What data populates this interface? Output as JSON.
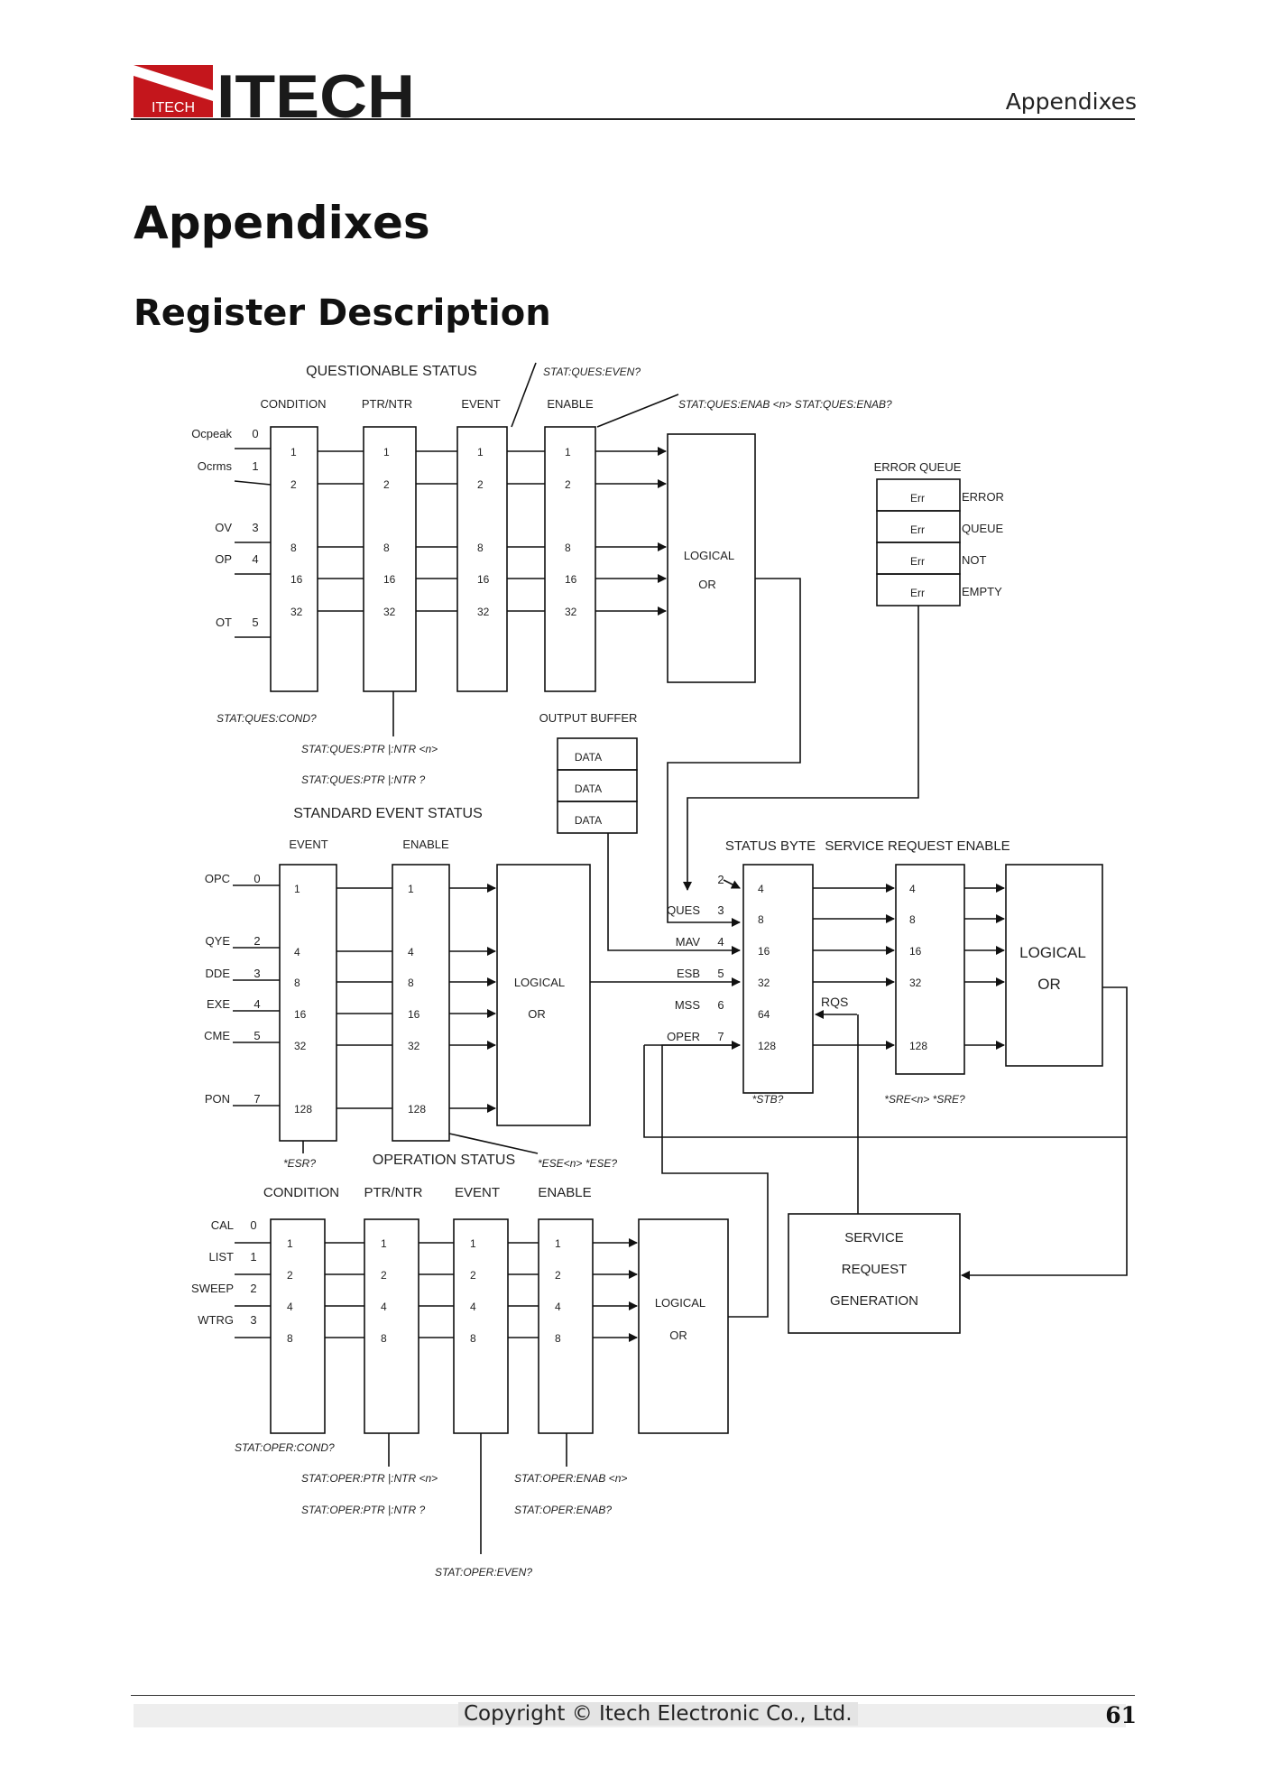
{
  "header": {
    "brand": "ITECH",
    "brand_small": "ITECH",
    "section": "Appendixes",
    "brand_color": "#c4161c"
  },
  "title": "Appendixes",
  "subtitle": "Register Description",
  "diagram": {
    "ques_title": "QUESTIONABLE STATUS",
    "col_condition": "CONDITION",
    "col_ptrntr": "PTR/NTR",
    "col_event": "EVENT",
    "col_enable": "ENABLE",
    "q_bit_labels": [
      {
        "name": "Ocpeak",
        "num": "0"
      },
      {
        "name": "Ocrms",
        "num": "1"
      },
      {
        "name": "OV",
        "num": "3"
      },
      {
        "name": "OP",
        "num": "4"
      },
      {
        "name": "OT",
        "num": "5"
      }
    ],
    "q_values": [
      "1",
      "2",
      "8",
      "16",
      "32"
    ],
    "ques_even": "STAT:QUES:EVEN?",
    "ques_enab": "STAT:QUES:ENAB <n>   STAT:QUES:ENAB?",
    "ques_cond": "STAT:QUES:COND?",
    "ques_ptr_set": "STAT:QUES:PTR |:NTR <n>",
    "ques_ptr_query": "STAT:QUES:PTR |:NTR ?",
    "logical": "LOGICAL",
    "or": "OR",
    "error_queue": "ERROR QUEUE",
    "err": "Err",
    "eq_side": [
      "ERROR",
      "QUEUE",
      "NOT",
      "EMPTY"
    ],
    "output_buffer": "OUTPUT BUFFER",
    "data": "DATA",
    "std_event": "STANDARD EVENT STATUS",
    "s_bit_labels": [
      {
        "name": "OPC",
        "num": "0"
      },
      {
        "name": "QYE",
        "num": "2"
      },
      {
        "name": "DDE",
        "num": "3"
      },
      {
        "name": "EXE",
        "num": "4"
      },
      {
        "name": "CME",
        "num": "5"
      },
      {
        "name": "PON",
        "num": "7"
      }
    ],
    "s_values": [
      "1",
      "4",
      "8",
      "16",
      "32",
      "128"
    ],
    "esr": "*ESR?",
    "ese": "*ESE<n>   *ESE?",
    "status_byte": "STATUS BYTE",
    "sre_title": "SERVICE REQUEST ENABLE",
    "sb_bit_labels": [
      {
        "name": "",
        "num": "2"
      },
      {
        "name": "QUES",
        "num": "3"
      },
      {
        "name": "MAV",
        "num": "4"
      },
      {
        "name": "ESB",
        "num": "5"
      },
      {
        "name": "MSS",
        "num": "6"
      },
      {
        "name": "OPER",
        "num": "7"
      }
    ],
    "sb_values": [
      "4",
      "8",
      "16",
      "32",
      "64",
      "128"
    ],
    "sre_values": [
      "4",
      "8",
      "16",
      "32",
      "128"
    ],
    "rqs": "RQS",
    "stb": "*STB?",
    "sre_cmds": "*SRE<n>   *SRE?",
    "oper_title": "OPERATION STATUS",
    "o_bit_labels": [
      {
        "name": "CAL",
        "num": "0"
      },
      {
        "name": "LIST",
        "num": "1"
      },
      {
        "name": "SWEEP",
        "num": "2"
      },
      {
        "name": "WTRG",
        "num": "3"
      }
    ],
    "o_values": [
      "1",
      "2",
      "4",
      "8"
    ],
    "oper_cond": "STAT:OPER:COND?",
    "oper_ptr_set": "STAT:OPER:PTR |:NTR <n>",
    "oper_ptr_query": "STAT:OPER:PTR |:NTR ?",
    "oper_enab_set": "STAT:OPER:ENAB <n>",
    "oper_enab_query": "STAT:OPER:ENAB?",
    "oper_even": "STAT:OPER:EVEN?",
    "srg": [
      "SERVICE",
      "REQUEST",
      "GENERATION"
    ]
  },
  "footer": {
    "copyright": "Copyright © Itech Electronic Co., Ltd.",
    "page": "61"
  }
}
